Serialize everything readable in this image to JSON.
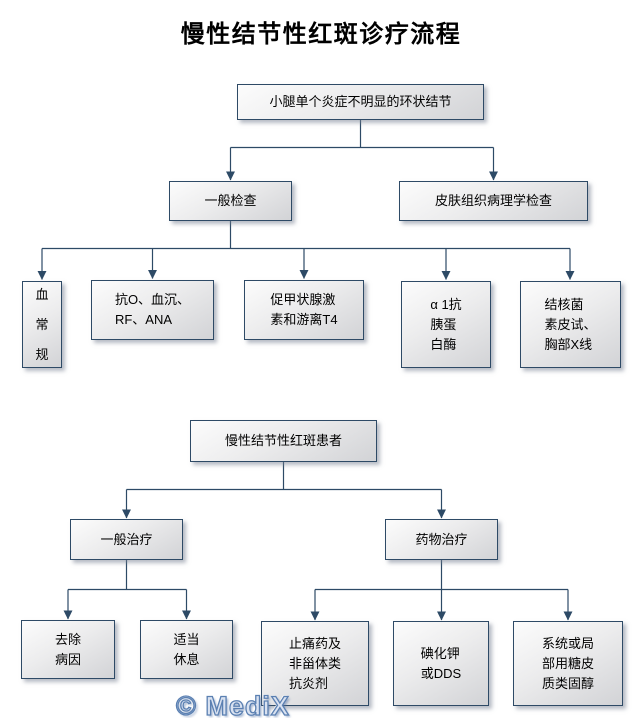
{
  "page": {
    "title": "慢性结节性红斑诊疗流程",
    "watermark": "© MediX"
  },
  "colors": {
    "box_border": "#2e4a66",
    "box_fill_light": "#fcfcfc",
    "box_fill_dark": "#d2d3d6",
    "connector": "#2d4a66",
    "watermark_fill": "#d9e2f1",
    "watermark_stroke": "#5b80b2",
    "title_color": "#000000",
    "background": "#ffffff"
  },
  "chart1": {
    "root": "小腿单个炎症不明显的环状结节",
    "level2": [
      "一般检查",
      "皮肤组织病理学检查"
    ],
    "level3": [
      "血\n常\n规",
      "抗O、血沉、\nRF、ANA",
      "促甲状腺激\n素和游离T4",
      "α 1抗\n胰蛋\n白酶",
      "结核菌\n素皮试、\n胸部X线"
    ]
  },
  "chart2": {
    "root": "慢性结节性红斑患者",
    "level2": [
      "一般治疗",
      "药物治疗"
    ],
    "level3": [
      "去除\n病因",
      "适当\n休息",
      "止痛药及\n非甾体类\n抗炎剂",
      "碘化钾\n或DDS",
      "系统或局\n部用糖皮\n质类固醇"
    ]
  }
}
